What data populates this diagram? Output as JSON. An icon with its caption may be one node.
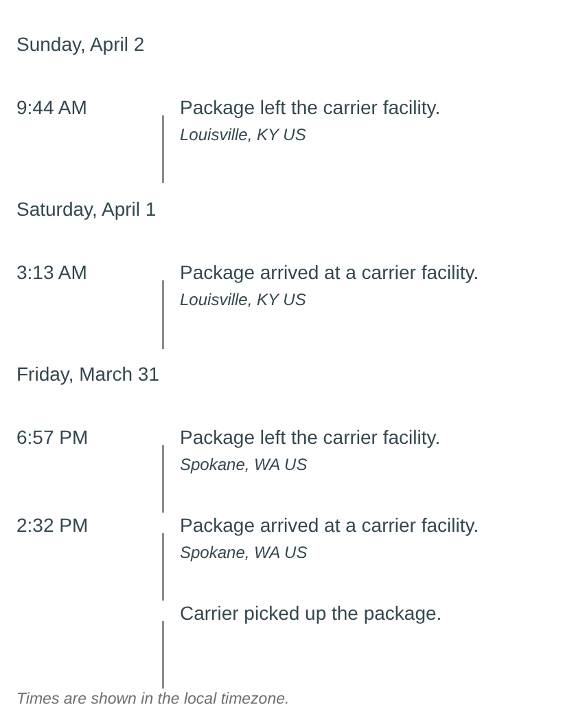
{
  "diagram": {
    "labels": [
      "Sunday, April 2",
      "9:44 AM",
      "Package left the carrier facility.",
      "Louisville, KY US",
      "Saturday, April 1",
      "3:13 AM",
      "Package arrived at a carrier facility.",
      "Louisville, KY US",
      "Friday, March 31",
      "6:57 PM",
      "Package left the carrier facility.",
      "Spokane, WA US",
      "2:32 PM",
      "Package arrived at a carrier facility.",
      "Spokane, WA US",
      "Carrier picked up the package.",
      "Times are shown in the local timezone."
    ]
  }
}
